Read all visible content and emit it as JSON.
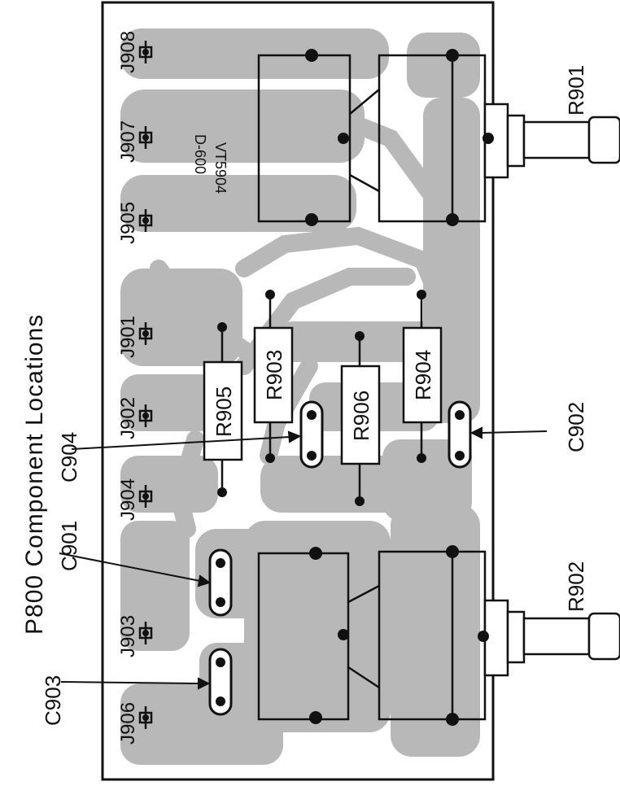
{
  "title": "P800 Component Locations",
  "board_marking_line1": "VT5904",
  "board_marking_line2": "D-600",
  "connectors": [
    {
      "id": "j908",
      "label": "J908"
    },
    {
      "id": "j907",
      "label": "J907"
    },
    {
      "id": "j905",
      "label": "J905"
    },
    {
      "id": "j901",
      "label": "J901"
    },
    {
      "id": "j902",
      "label": "J902"
    },
    {
      "id": "j904",
      "label": "J904"
    },
    {
      "id": "j903",
      "label": "J903"
    },
    {
      "id": "j906",
      "label": "J906"
    }
  ],
  "resistors": [
    {
      "id": "r905",
      "label": "R905"
    },
    {
      "id": "r903",
      "label": "R903"
    },
    {
      "id": "r906",
      "label": "R906"
    },
    {
      "id": "r904",
      "label": "R904"
    }
  ],
  "potentiometers": [
    {
      "id": "r901",
      "label": "R901"
    },
    {
      "id": "r902",
      "label": "R902"
    }
  ],
  "capacitors": [
    {
      "id": "c904",
      "label": "C904"
    },
    {
      "id": "c901",
      "label": "C901"
    },
    {
      "id": "c903",
      "label": "C903"
    },
    {
      "id": "c902",
      "label": "C902"
    }
  ],
  "colors": {
    "board_fill": "#ffffff",
    "copper": "#b8b8b8",
    "copper_dark": "#9c9c9c",
    "ink": "#111111"
  }
}
